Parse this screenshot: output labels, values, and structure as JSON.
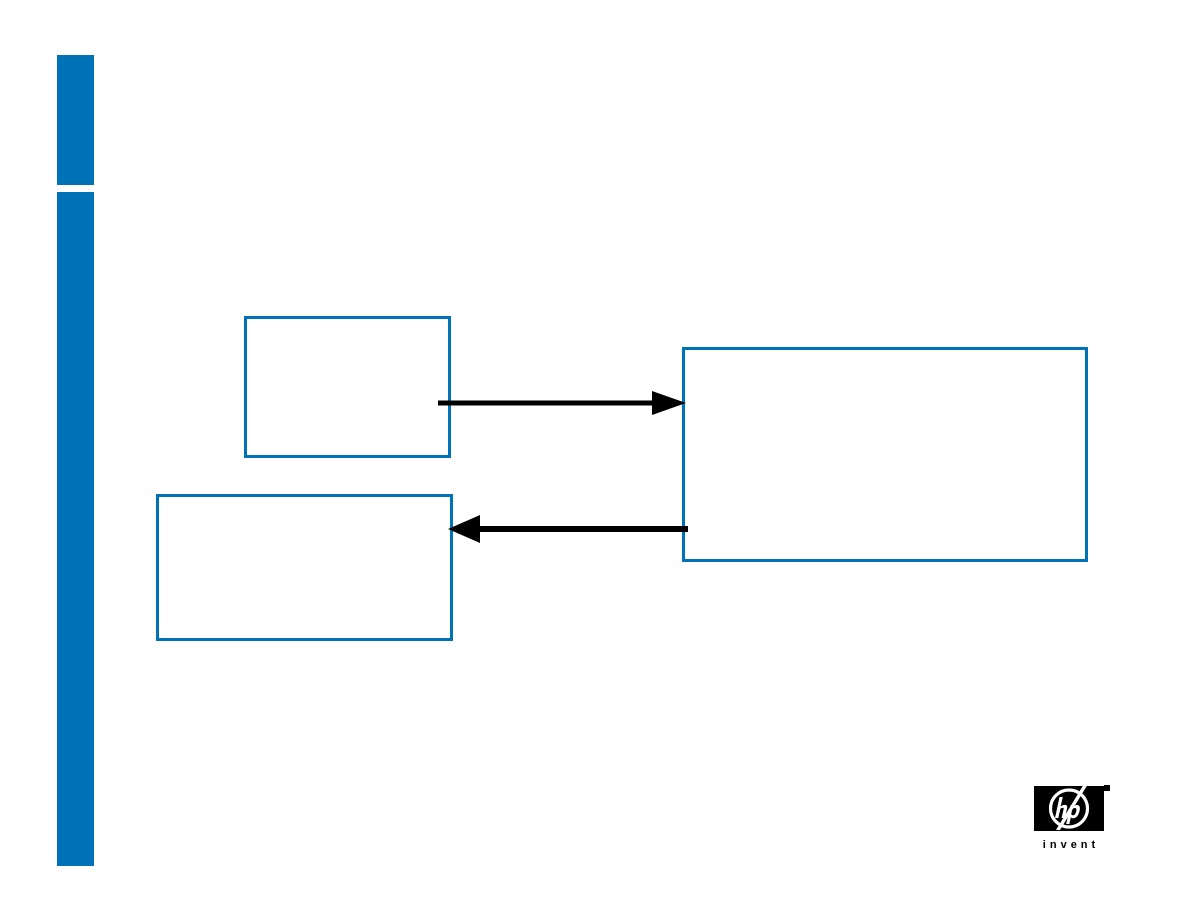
{
  "slide": {
    "background_color": "#FFFFFF",
    "accent_color": "#0072B8",
    "line_color": "#000000",
    "title": "",
    "subtitle": ""
  },
  "accent_bar": {
    "top_segment_label": "",
    "bottom_segment_label": ""
  },
  "diagram": {
    "type": "flow",
    "boxes": [
      {
        "id": "source",
        "label": ""
      },
      {
        "id": "process",
        "label": ""
      },
      {
        "id": "result",
        "label": ""
      }
    ],
    "arrows": [
      {
        "id": "forward",
        "label": "",
        "direction": "right",
        "from": "source",
        "to": "process"
      },
      {
        "id": "return",
        "label": "",
        "direction": "left",
        "from": "process",
        "to": "result"
      }
    ]
  },
  "branding": {
    "logo_name": "hp-logo",
    "wordmark": "invent",
    "trademark_symbol": "®"
  }
}
